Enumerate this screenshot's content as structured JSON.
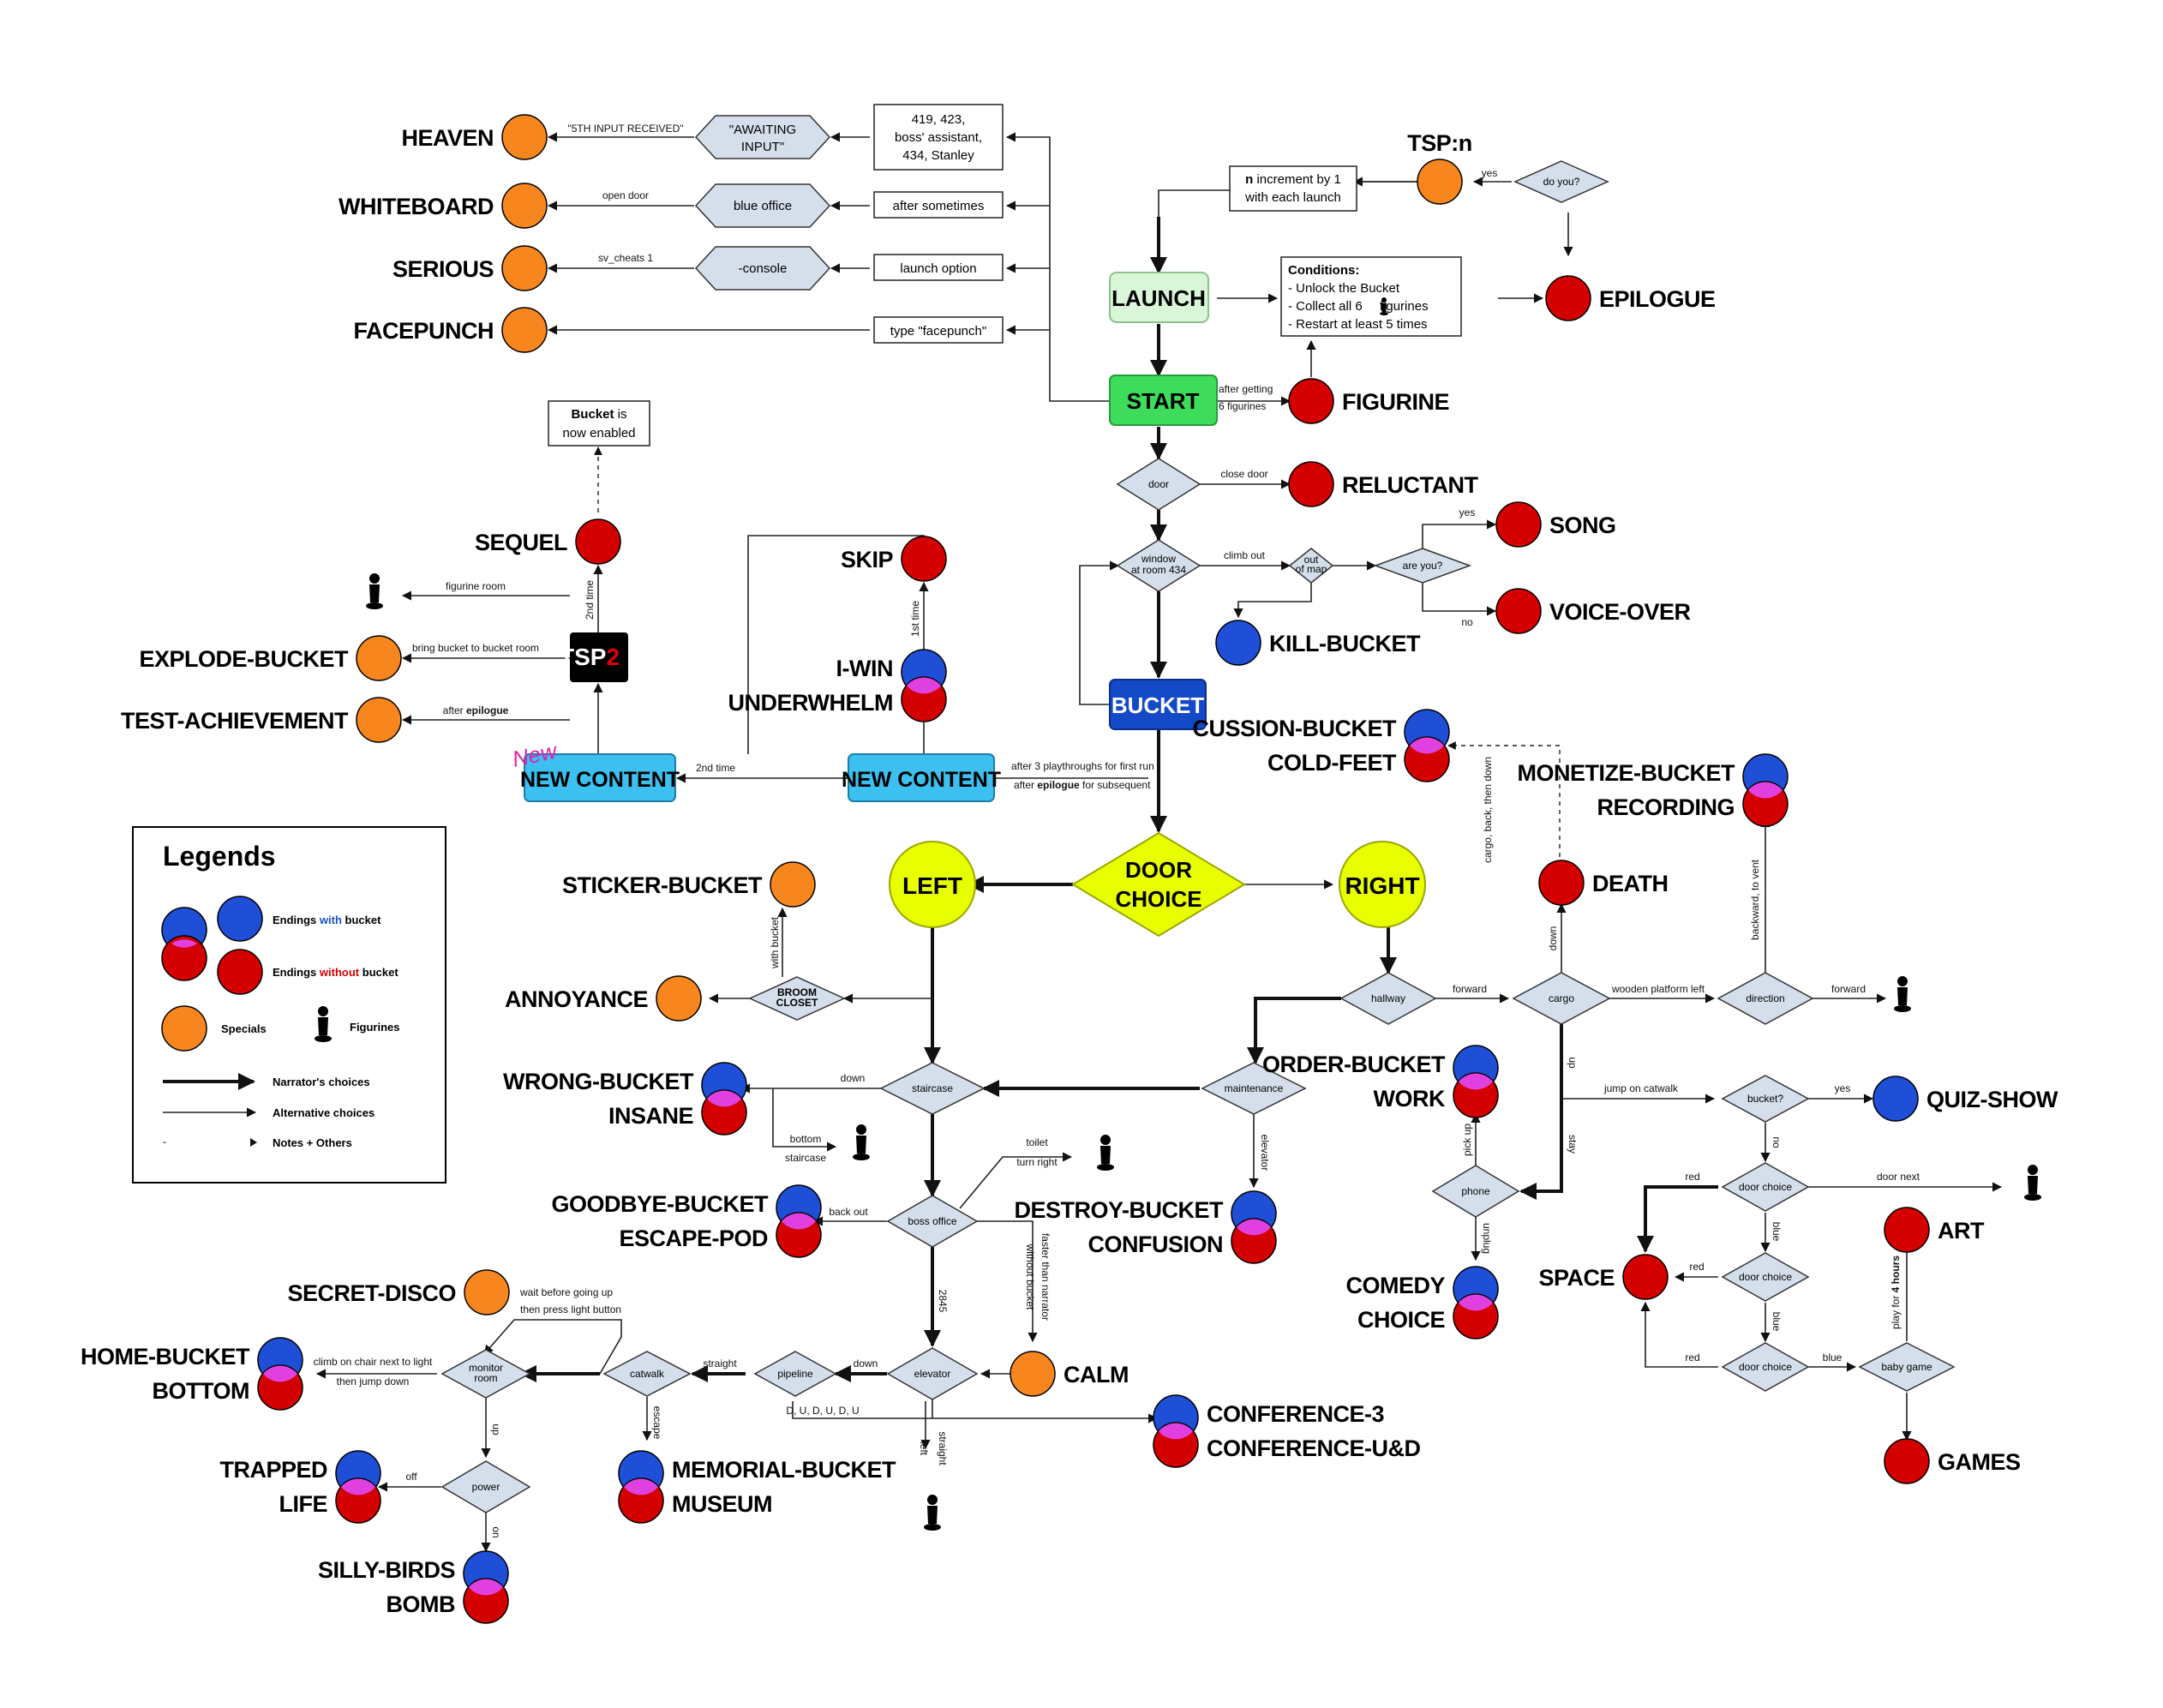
{
  "colors": {
    "with_bucket": "#1f4fd6",
    "without_bucket": "#d40000",
    "special": "#f7861e",
    "overlap": "#e040e0",
    "diamond_fill": "#d5dfec",
    "yellow": "#e8ff00",
    "cyan": "#3cc0ef",
    "launch": "#d9f6d9",
    "start": "#3ddc5a",
    "bucket_node": "#1449c8",
    "tsp2": "#000000",
    "link": "#1a52c9"
  },
  "texts": {
    "n": "n",
    "increment": "increment by 1",
    "each_launch": "with each launch",
    "conditions": "Conditions:",
    "cond1": "- Unlock the Bucket",
    "cond2_pre": "- Collect all 6",
    "cond2_post": "figurines",
    "cond3": "- Restart at least 5 times",
    "bucket_word": "Bucket",
    "bucket_is": "is",
    "now_enabled": "now enabled",
    "tsp": "TSP",
    "two": "2",
    "new_scribble": "New",
    "legends": "Legends",
    "leg_with_pre": "Endings",
    "leg_with_kw": "with",
    "leg_with_post": "bucket",
    "leg_without_pre": "Endings",
    "leg_without_kw": "without",
    "leg_without_post": "bucket",
    "leg_specials": "Specials",
    "leg_figurines": "Figurines",
    "leg_narrator": "Narrator's choices",
    "leg_alt": "Alternative choices",
    "leg_notes": "Notes + Others",
    "leg_dot": "-"
  },
  "boxes": {
    "codes": [
      "419, 423,",
      "boss' assistant,",
      "434, Stanley"
    ],
    "after_sometimes": "after sometimes",
    "launch_option": "launch option",
    "facepunch": "type \"facepunch\""
  },
  "hexes": {
    "awaiting": [
      "\"AWAITING",
      "INPUT\""
    ],
    "blue_office": "blue office",
    "console": "-console"
  },
  "nodes": {
    "launch": "LAUNCH",
    "start": "START",
    "bucket": "BUCKET",
    "new_content": "NEW CONTENT",
    "door_choice": [
      "DOOR",
      "CHOICE"
    ],
    "left": "LEFT",
    "right": "RIGHT"
  },
  "diamonds": {
    "door": "door",
    "window": [
      "window",
      "at room 434"
    ],
    "out_of_map": [
      "out",
      "of map"
    ],
    "are_you": "are you?",
    "do_you": "do you?",
    "broom": [
      "BROOM",
      "CLOSET"
    ],
    "staircase": "staircase",
    "maintenance": "maintenance",
    "hallway": "hallway",
    "cargo": "cargo",
    "direction": "direction",
    "bucket_q": "bucket?",
    "boss_office": "boss office",
    "elevator": "elevator",
    "pipeline": "pipeline",
    "catwalk": "catwalk",
    "monitor": [
      "monitor",
      "room"
    ],
    "power": "power",
    "phone": "phone",
    "door_choice_s": "door choice",
    "baby_game": "baby game"
  },
  "endings": {
    "heaven": "HEAVEN",
    "whiteboard": "WHITEBOARD",
    "serious": "SERIOUS",
    "facepunch": "FACEPUNCH",
    "tsp_n": "TSP:n",
    "epilogue": "EPILOGUE",
    "figurine": "FIGURINE",
    "reluctant": "RELUCTANT",
    "song": "SONG",
    "voice_over": "VOICE-OVER",
    "kill_bucket": "KILL-BUCKET",
    "sequel": "SEQUEL",
    "skip": "SKIP",
    "iwin": "I-WIN",
    "underwhelm": "UNDERWHELM",
    "explode_bucket": "EXPLODE-BUCKET",
    "test_achievement": "TEST-ACHIEVEMENT",
    "cussion_bucket": "CUSSION-BUCKET",
    "cold_feet": "COLD-FEET",
    "monetize_bucket": "MONETIZE-BUCKET",
    "recording": "RECORDING",
    "death": "DEATH",
    "sticker_bucket": "STICKER-BUCKET",
    "annoyance": "ANNOYANCE",
    "wrong_bucket": "WRONG-BUCKET",
    "insane": "INSANE",
    "order_bucket": "ORDER-BUCKET",
    "work": "WORK",
    "quiz_show": "QUIZ-SHOW",
    "goodbye_bucket": "GOODBYE-BUCKET",
    "escape_pod": "ESCAPE-POD",
    "destroy_bucket": "DESTROY-BUCKET",
    "confusion": "CONFUSION",
    "comedy": "COMEDY",
    "choice": "CHOICE",
    "art": "ART",
    "space": "SPACE",
    "secret_disco": "SECRET-DISCO",
    "calm": "CALM",
    "home_bucket": "HOME-BUCKET",
    "bottom": "BOTTOM",
    "conference3": "CONFERENCE-3",
    "conference_ud": "CONFERENCE-U&D",
    "trapped": "TRAPPED",
    "life": "LIFE",
    "memorial_bucket": "MEMORIAL-BUCKET",
    "museum": "MUSEUM",
    "silly_birds": "SILLY-BIRDS",
    "bomb": "BOMB",
    "games": "GAMES"
  },
  "edge_labels": {
    "fifth_input": "\"5TH INPUT RECEIVED\"",
    "open_door": "open door",
    "sv_cheats": "sv_cheats 1",
    "yes": "yes",
    "no": "no",
    "after_getting": "after getting",
    "six_figurines": "6 figurines",
    "close_door": "close door",
    "climb_out": "climb out",
    "second_time": "2nd time",
    "first_time": "1st time",
    "figurine_room": "figurine room",
    "bring_bucket": "bring bucket to bucket room",
    "after_pre": "after",
    "epilogue_kw": "epilogue",
    "after3": "after 3 playthroughs for first run",
    "for_subsequent": "for subsequent",
    "cargo_back": "cargo, back, then down",
    "backward_vent": "backward, to vent",
    "with_bucket": "with bucket",
    "down": "down",
    "forward": "forward",
    "wooden_platform": "wooden platform left",
    "up": "up",
    "jump_catwalk": "jump on catwalk",
    "stay": "stay",
    "pick_up": "pick up",
    "unplug": "unplug",
    "elevator": "elevator",
    "bottom": "bottom",
    "staircase": "staircase",
    "toilet": "toilet",
    "turn_right": "turn right",
    "back_out": "back out",
    "faster_than": "faster than narrator",
    "without_bucket": "without bucket",
    "code_2845": "2845",
    "red": "red",
    "blue": "blue",
    "door_next": "door next",
    "play_4h_pre": "play for",
    "play_4h_kw": "4 hours",
    "wait_before": "wait before going up",
    "then_press": "then press light button",
    "climb_chair": "climb on chair next to light",
    "then_jump": "then jump down",
    "straight": "straight",
    "escape": "escape",
    "dudu": "D, U, D, U, D, U",
    "left": "left",
    "off": "off",
    "on": "on"
  }
}
